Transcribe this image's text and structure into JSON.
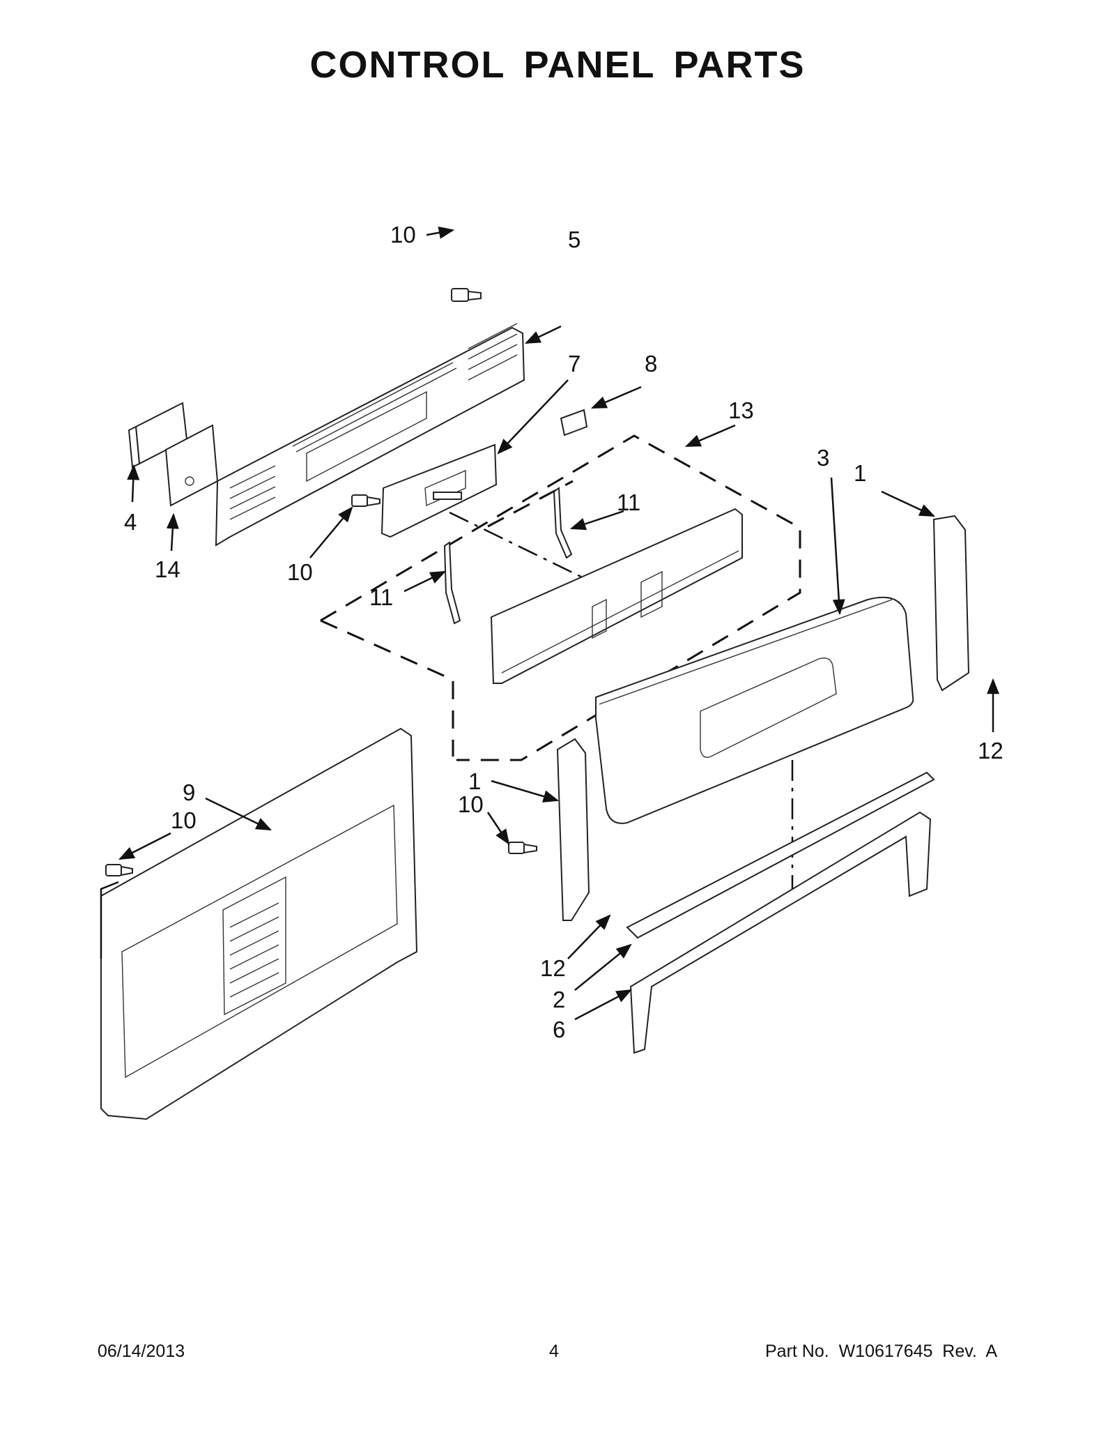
{
  "title": "CONTROL PANEL PARTS",
  "footer": {
    "date": "06/14/2013",
    "page": "4",
    "part_no": "Part No.  W10617645  Rev.  A"
  },
  "callouts": {
    "c10a": "10",
    "c5": "5",
    "c7": "7",
    "c8": "8",
    "c13": "13",
    "c3": "3",
    "c1a": "1",
    "c11a": "11",
    "c4": "4",
    "c14": "14",
    "c10b": "10",
    "c11b": "11",
    "c12a": "12",
    "c1b": "1",
    "c10c": "10",
    "c9": "9",
    "c10d": "10",
    "c12b": "12",
    "c2": "2",
    "c6": "6"
  }
}
